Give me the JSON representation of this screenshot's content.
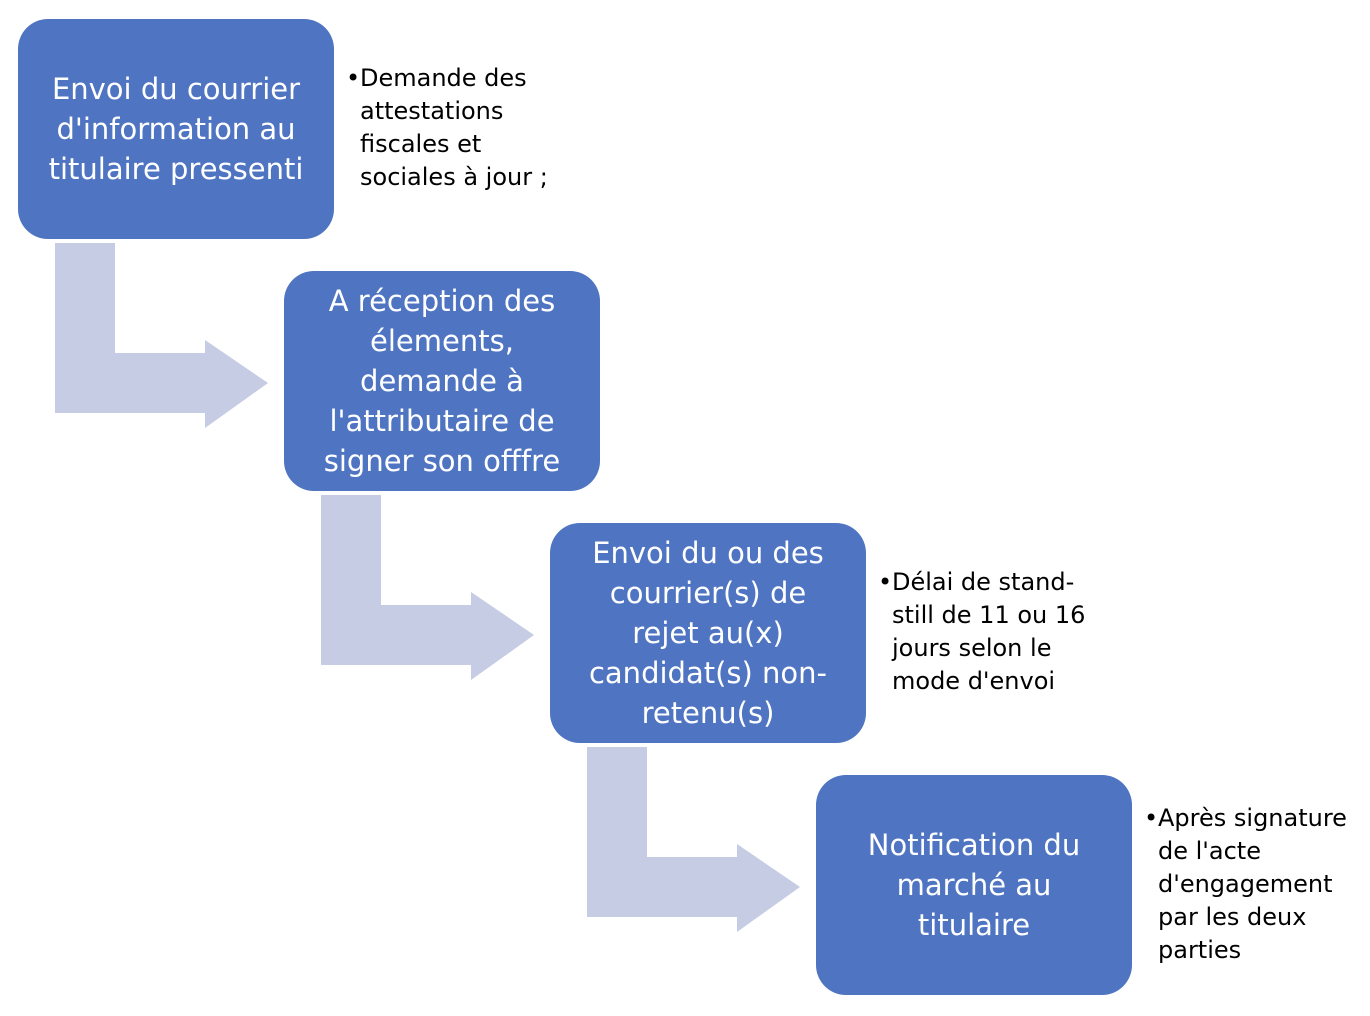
{
  "colors": {
    "box_fill": "#4f74c2",
    "box_text": "#ffffff",
    "arrow_fill": "#c5cce4",
    "note_text": "#000000"
  },
  "steps": [
    {
      "title": "Envoi du courrier\nd'information au\ntitulaire pressenti",
      "note": "Demande des\nattestations\nfiscales et\nsociales à jour ;"
    },
    {
      "title": "A réception des\nélements,\ndemande à\nl'attributaire de\nsigner son offfre",
      "note": ""
    },
    {
      "title": "Envoi du ou des\ncourrier(s) de\nrejet au(x)\ncandidat(s) non-\nretenu(s)",
      "note": "Délai de stand-\nstill de 11 ou 16\njours selon le\nmode d'envoi"
    },
    {
      "title": "Notification du\nmarché au\ntitulaire",
      "note": "Après signature\nde l'acte\nd'engagement\npar les deux\nparties"
    }
  ],
  "bullet_char": "•"
}
